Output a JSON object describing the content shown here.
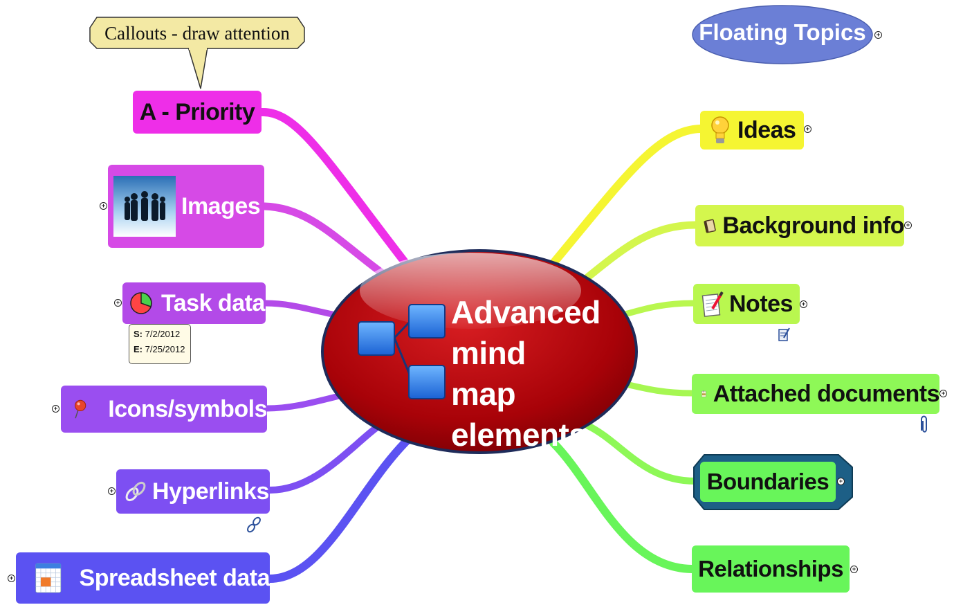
{
  "center": {
    "lines": [
      "Advanced",
      "mind map",
      "elements"
    ]
  },
  "callout": {
    "label": "Callouts - draw attention"
  },
  "floating": {
    "label": "Floating Topics"
  },
  "left_topics": [
    {
      "label": "A - Priority"
    },
    {
      "label": "Images"
    },
    {
      "label": "Task data"
    },
    {
      "label": "Icons/symbols"
    },
    {
      "label": "Hyperlinks"
    },
    {
      "label": "Spreadsheet data"
    }
  ],
  "right_topics": [
    {
      "label": "Ideas"
    },
    {
      "label": "Background info"
    },
    {
      "label": "Notes"
    },
    {
      "label": "Attached documents"
    },
    {
      "label": "Boundaries"
    },
    {
      "label": "Relationships"
    }
  ],
  "task_dates": {
    "start_prefix": "S:",
    "start": "7/2/2012",
    "end_prefix": "E:",
    "end": "7/25/2012"
  },
  "colors": {
    "center": "#b5040a",
    "pink": "#ee2ee8",
    "purple": "#b34ae8",
    "blue": "#5b52f2",
    "yellow": "#f5f532",
    "lime": "#d4f64d",
    "green": "#68f55a",
    "floating": "#6b7fd6",
    "callout": "#f3e9a4",
    "boundary": "#1d5f86"
  },
  "icons": {
    "priority": "none",
    "images": "people-photo",
    "task": "pie-progress-icon",
    "icons_symbols": "pushpin-icon",
    "hyperlinks": "chain-link-icon",
    "spreadsheet": "grid-calendar-icon",
    "ideas": "lightbulb-icon",
    "background": "book-icon",
    "notes": "notepad-pencil-icon",
    "attached": "document-clip-icon"
  }
}
